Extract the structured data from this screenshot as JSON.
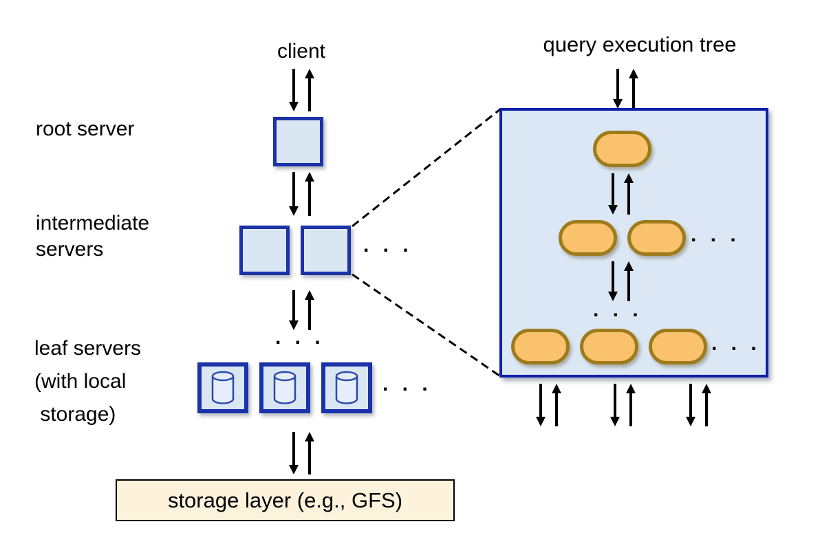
{
  "diagram": {
    "ellipsis": ". . .",
    "left_column": {
      "client_label": "client",
      "root_server_label": "root server",
      "intermediate_servers_label": [
        "intermediate",
        "servers"
      ],
      "leaf_servers_label": [
        "leaf servers",
        "(with local",
        " storage)"
      ],
      "storage_layer_label": "storage layer (e.g., GFS)"
    },
    "right_column": {
      "title": "query execution tree"
    },
    "icons": {
      "leaf_server": "database-cylinder-icon",
      "link_down": "down-arrow-icon",
      "link_up": "up-arrow-icon"
    },
    "colors": {
      "node_fill": "#dbe6f3",
      "node_border": "#1b32a8",
      "big_box_fill": "#dbe7f5",
      "big_box_border": "#0e1fa8",
      "pill_fill": "#fac26c",
      "pill_border": "#9d7b1b",
      "storage_fill": "#fdf3dd",
      "storage_border": "#000000",
      "arrow_color": "#000000",
      "cylinder_stroke": "#2b49b0",
      "background": "#ffffff"
    }
  }
}
